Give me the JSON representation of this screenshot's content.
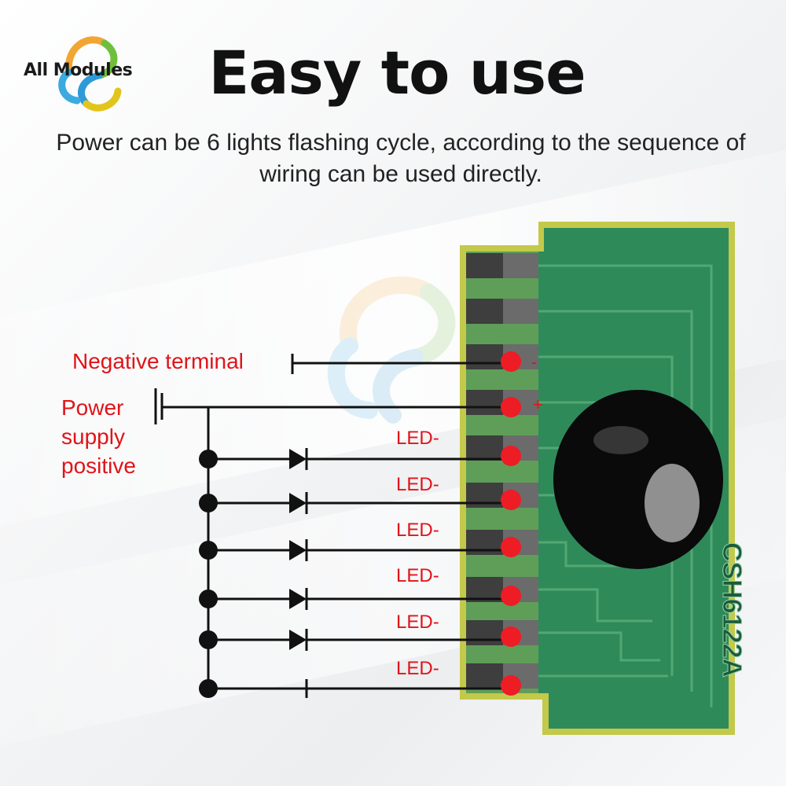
{
  "brand": {
    "name": "All Modules"
  },
  "headline": "Easy to use",
  "subtitle": "Power can be 6 lights flashing cycle,  according to the sequence of wiring can be used directly.",
  "labels": {
    "negative_terminal": "Negative terminal",
    "power_supply_positive": "Power supply positive",
    "negative_sign": "-",
    "positive_sign": "+"
  },
  "led_labels": [
    "LED-",
    "LED-",
    "LED-",
    "LED-",
    "LED-",
    "LED-"
  ],
  "board": {
    "marking": "CSH6122A"
  },
  "colors": {
    "accent": "#e0141a",
    "pcb": "#2f8a5a",
    "pcb_edge": "#a8b83c",
    "pad": "#4a4a4a",
    "wire": "#111111"
  }
}
